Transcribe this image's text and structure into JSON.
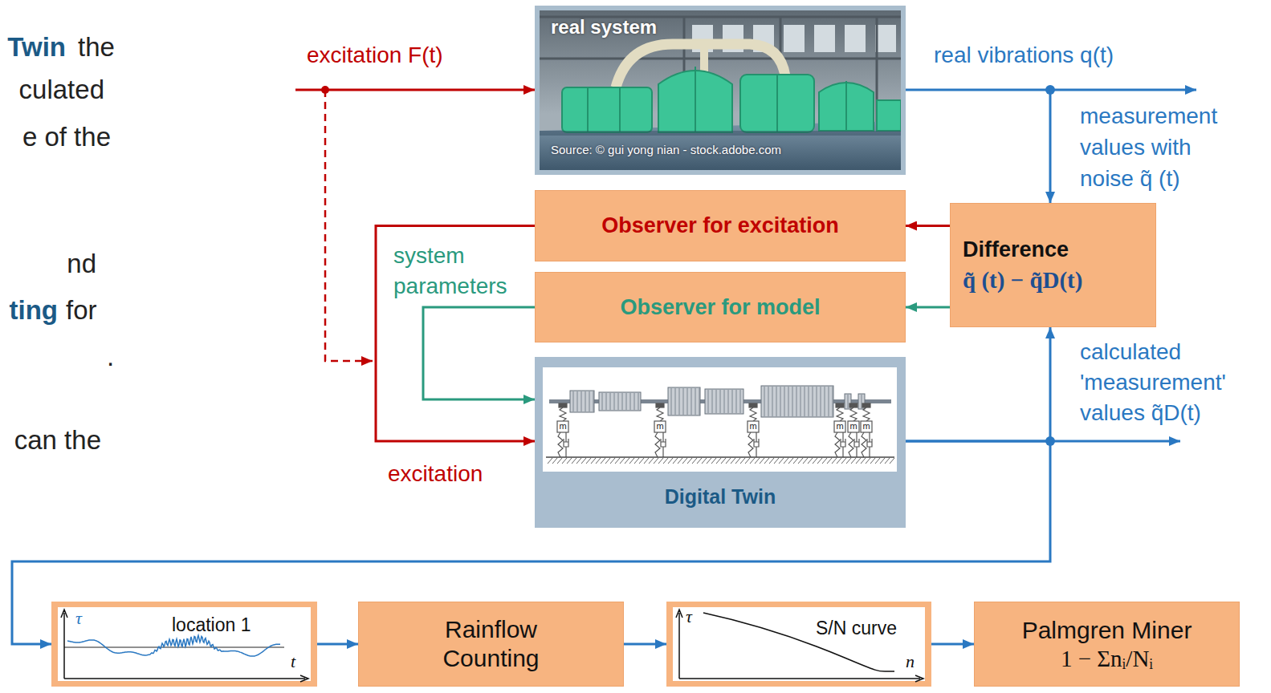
{
  "diagram": {
    "nodes": [
      {
        "text": [
          "real system",
          "Source: © gui yong nian - stock.adobe.com"
        ]
      },
      {
        "text": [
          "Observer for excitation"
        ]
      },
      {
        "text": [
          "Observer for model"
        ]
      },
      {
        "text": [
          "Difference",
          "q̃ (t) − q̃D(t)"
        ]
      },
      {
        "text": [
          "Digital Twin"
        ]
      },
      {
        "text": [
          "τ",
          "location 1",
          "t"
        ]
      },
      {
        "text": [
          "Rainflow Counting"
        ]
      },
      {
        "text": [
          "τ",
          "S/N curve",
          "n"
        ]
      },
      {
        "text": [
          "Palmgren Miner",
          "1 − Σnᵢ/Nᵢ"
        ]
      }
    ],
    "edges": [
      {
        "from": 0,
        "to": 3,
        "arrow": "to",
        "label": "measurement values with noise q̃ (t)"
      },
      {
        "from": 3,
        "to": 1,
        "arrow": "to"
      },
      {
        "from": 3,
        "to": 2,
        "arrow": "to"
      },
      {
        "from": 1,
        "to": 4,
        "arrow": "to",
        "label": "excitation"
      },
      {
        "from": 2,
        "to": 4,
        "arrow": "to",
        "label": "system parameters"
      },
      {
        "from": 4,
        "to": 3,
        "arrow": "to",
        "label": "calculated 'measurement' values q̃D(t)"
      },
      {
        "from": 4,
        "to": 5,
        "arrow": "to"
      },
      {
        "from": 5,
        "to": 6,
        "arrow": "to"
      },
      {
        "from": 6,
        "to": 7,
        "arrow": "to"
      },
      {
        "from": 7,
        "to": 8,
        "arrow": "to"
      }
    ],
    "labels": [
      "Twin",
      "the",
      "culated",
      "e of the",
      "nd",
      "ting",
      "for",
      ".",
      "can the",
      "excitation F(t)",
      "real vibrations q(t)",
      "m",
      "m",
      "m",
      "m",
      "m",
      "m"
    ]
  }
}
